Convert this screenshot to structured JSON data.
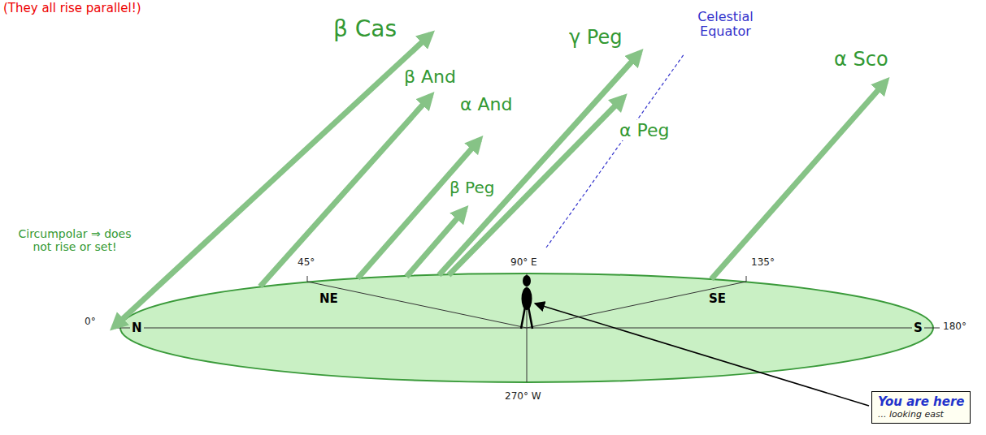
{
  "diagram": {
    "nodes": [
      {
        "text": [
          "You are here",
          "... looking east"
        ]
      }
    ],
    "labels": [
      "(They all rise parallel!)",
      "β Cas",
      "β And",
      "α And",
      "γ Peg",
      "β Peg",
      "Celestial Equator",
      "α Peg",
      "α Sco",
      "Circumpolar ⇒ does not rise or set!",
      "45°",
      "90° E",
      "135°",
      "0°",
      "N",
      "NE",
      "SE",
      "S",
      "180°",
      "270° W"
    ]
  }
}
